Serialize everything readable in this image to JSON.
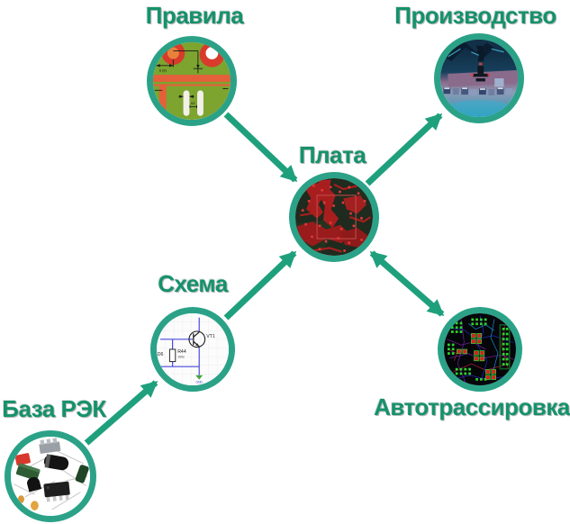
{
  "diagram": {
    "accent_color": "#1FA07D",
    "ring_color": "#2BA287",
    "label_color": "#14926B",
    "nodes": {
      "rules": {
        "label": "Правила",
        "image": "pcb-design-rules-drawing",
        "annotations": {
          "dim_a": "6 (8)",
          "dim_b": "32",
          "dim_c": "63"
        }
      },
      "production": {
        "label": "Производство",
        "image": "pcb-assembly-machine-photo"
      },
      "board": {
        "label": "Плата",
        "image": "pcb-layout-red-traces"
      },
      "schematic": {
        "label": "Схема",
        "image": "circuit-schematic",
        "annotations": {
          "transistor": "VT1",
          "resistor": "R44",
          "resistor_value": "100к",
          "component": "D6",
          "ground": "GND"
        }
      },
      "component_base": {
        "label": "База РЭК",
        "image": "electronic-components-photo"
      },
      "autorouting": {
        "label": "Автотрассировка",
        "image": "autorouted-pcb-layout"
      }
    },
    "edges": [
      {
        "from": "rules",
        "to": "board",
        "bidirectional": false
      },
      {
        "from": "board",
        "to": "production",
        "bidirectional": false
      },
      {
        "from": "schematic",
        "to": "board",
        "bidirectional": false
      },
      {
        "from": "component_base",
        "to": "schematic",
        "bidirectional": false
      },
      {
        "from": "board",
        "to": "autorouting",
        "bidirectional": true
      }
    ]
  }
}
